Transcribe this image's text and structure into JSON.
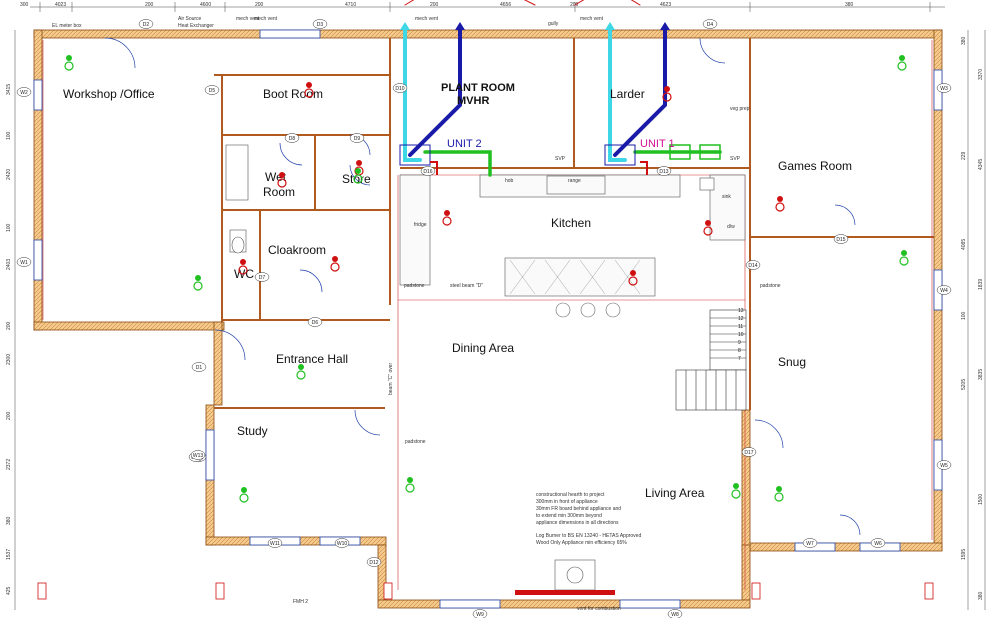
{
  "rooms": {
    "workshop": "Workshop /Office",
    "boot": "Boot Room",
    "plant1": "PLANT ROOM",
    "plant2": "MVHR",
    "larder": "Larder",
    "games": "Games Room",
    "wet1": "Wet",
    "wet2": "Room",
    "store": "Store",
    "kitchen": "Kitchen",
    "cloak": "Cloakroom",
    "wc": "WC",
    "entrance": "Entrance Hall",
    "dining": "Dining Area",
    "snug": "Snug",
    "study": "Study",
    "living": "Living Area"
  },
  "units": {
    "unit1": "UNIT  1",
    "unit2": "UNIT  2"
  },
  "top_dims": [
    "300",
    "4023",
    "200",
    "4600",
    "200",
    "4710",
    "200",
    "4656",
    "200",
    "4623",
    "380"
  ],
  "top_labels": {
    "el_meter": "EL meter box",
    "ashe1": "Air Source",
    "ashe2": "Heat Exchanger",
    "mech1": "mech vent",
    "mech2": "mech vent",
    "mech3": "mech vent",
    "mech4": "mech vent",
    "gully": "gully"
  },
  "door_tags": [
    "D1",
    "D2",
    "D3",
    "D4",
    "D5",
    "D6",
    "D7",
    "D8",
    "D9",
    "D10",
    "D11",
    "D12",
    "D13",
    "D14",
    "D15",
    "D16",
    "D17"
  ],
  "window_tags": [
    "W1",
    "W2",
    "W3",
    "W4",
    "W5",
    "W6",
    "W7",
    "W8",
    "W9",
    "W10",
    "W11",
    "W12",
    "W13"
  ],
  "kitchen_labels": {
    "fridge": "fridge",
    "range": "range",
    "sink": "sink",
    "dw": "d/w",
    "hob": "hob",
    "steel_beam": "steel beam \"D\"",
    "padstone1": "padstone",
    "padstone2": "padstone",
    "padstone3": "padstone",
    "svp1": "SVP",
    "svp2": "SVP",
    "veg": "veg prep",
    "beam_c": "beam \"C\" over"
  },
  "left_dims": [
    "3415",
    "100",
    "2420",
    "100",
    "2403",
    "200",
    "2300",
    "200",
    "2372",
    "380",
    "1537",
    "425"
  ],
  "right_dims": [
    "380",
    "3370",
    "229",
    "4345",
    "4085",
    "1839",
    "100",
    "3835",
    "5205",
    "1500",
    "1595",
    "380"
  ],
  "hearth_note": [
    "constructional hearth to project",
    "300mm in front of appliance",
    "30mm FR board behind appliance and",
    "to extend min 300mm beyond",
    "appliance dimensions in all directions"
  ],
  "burner_note": [
    "Log Burner to BS EN 13240 - HETAS Approved",
    "Wood Only Appliance min efficiency 65%"
  ],
  "vent_note": "vent for combustion",
  "fmh": "FMH 2",
  "stair_numbers": [
    "13",
    "12",
    "11",
    "10",
    "9",
    "8",
    "7"
  ],
  "colors": {
    "wall_outer": "#c8782a",
    "wall_inner": "#f2c98a",
    "duct_blue": "#1a1aa8",
    "duct_cyan": "#3fd6e6",
    "duct_green": "#20c020",
    "red": "#d01010"
  }
}
